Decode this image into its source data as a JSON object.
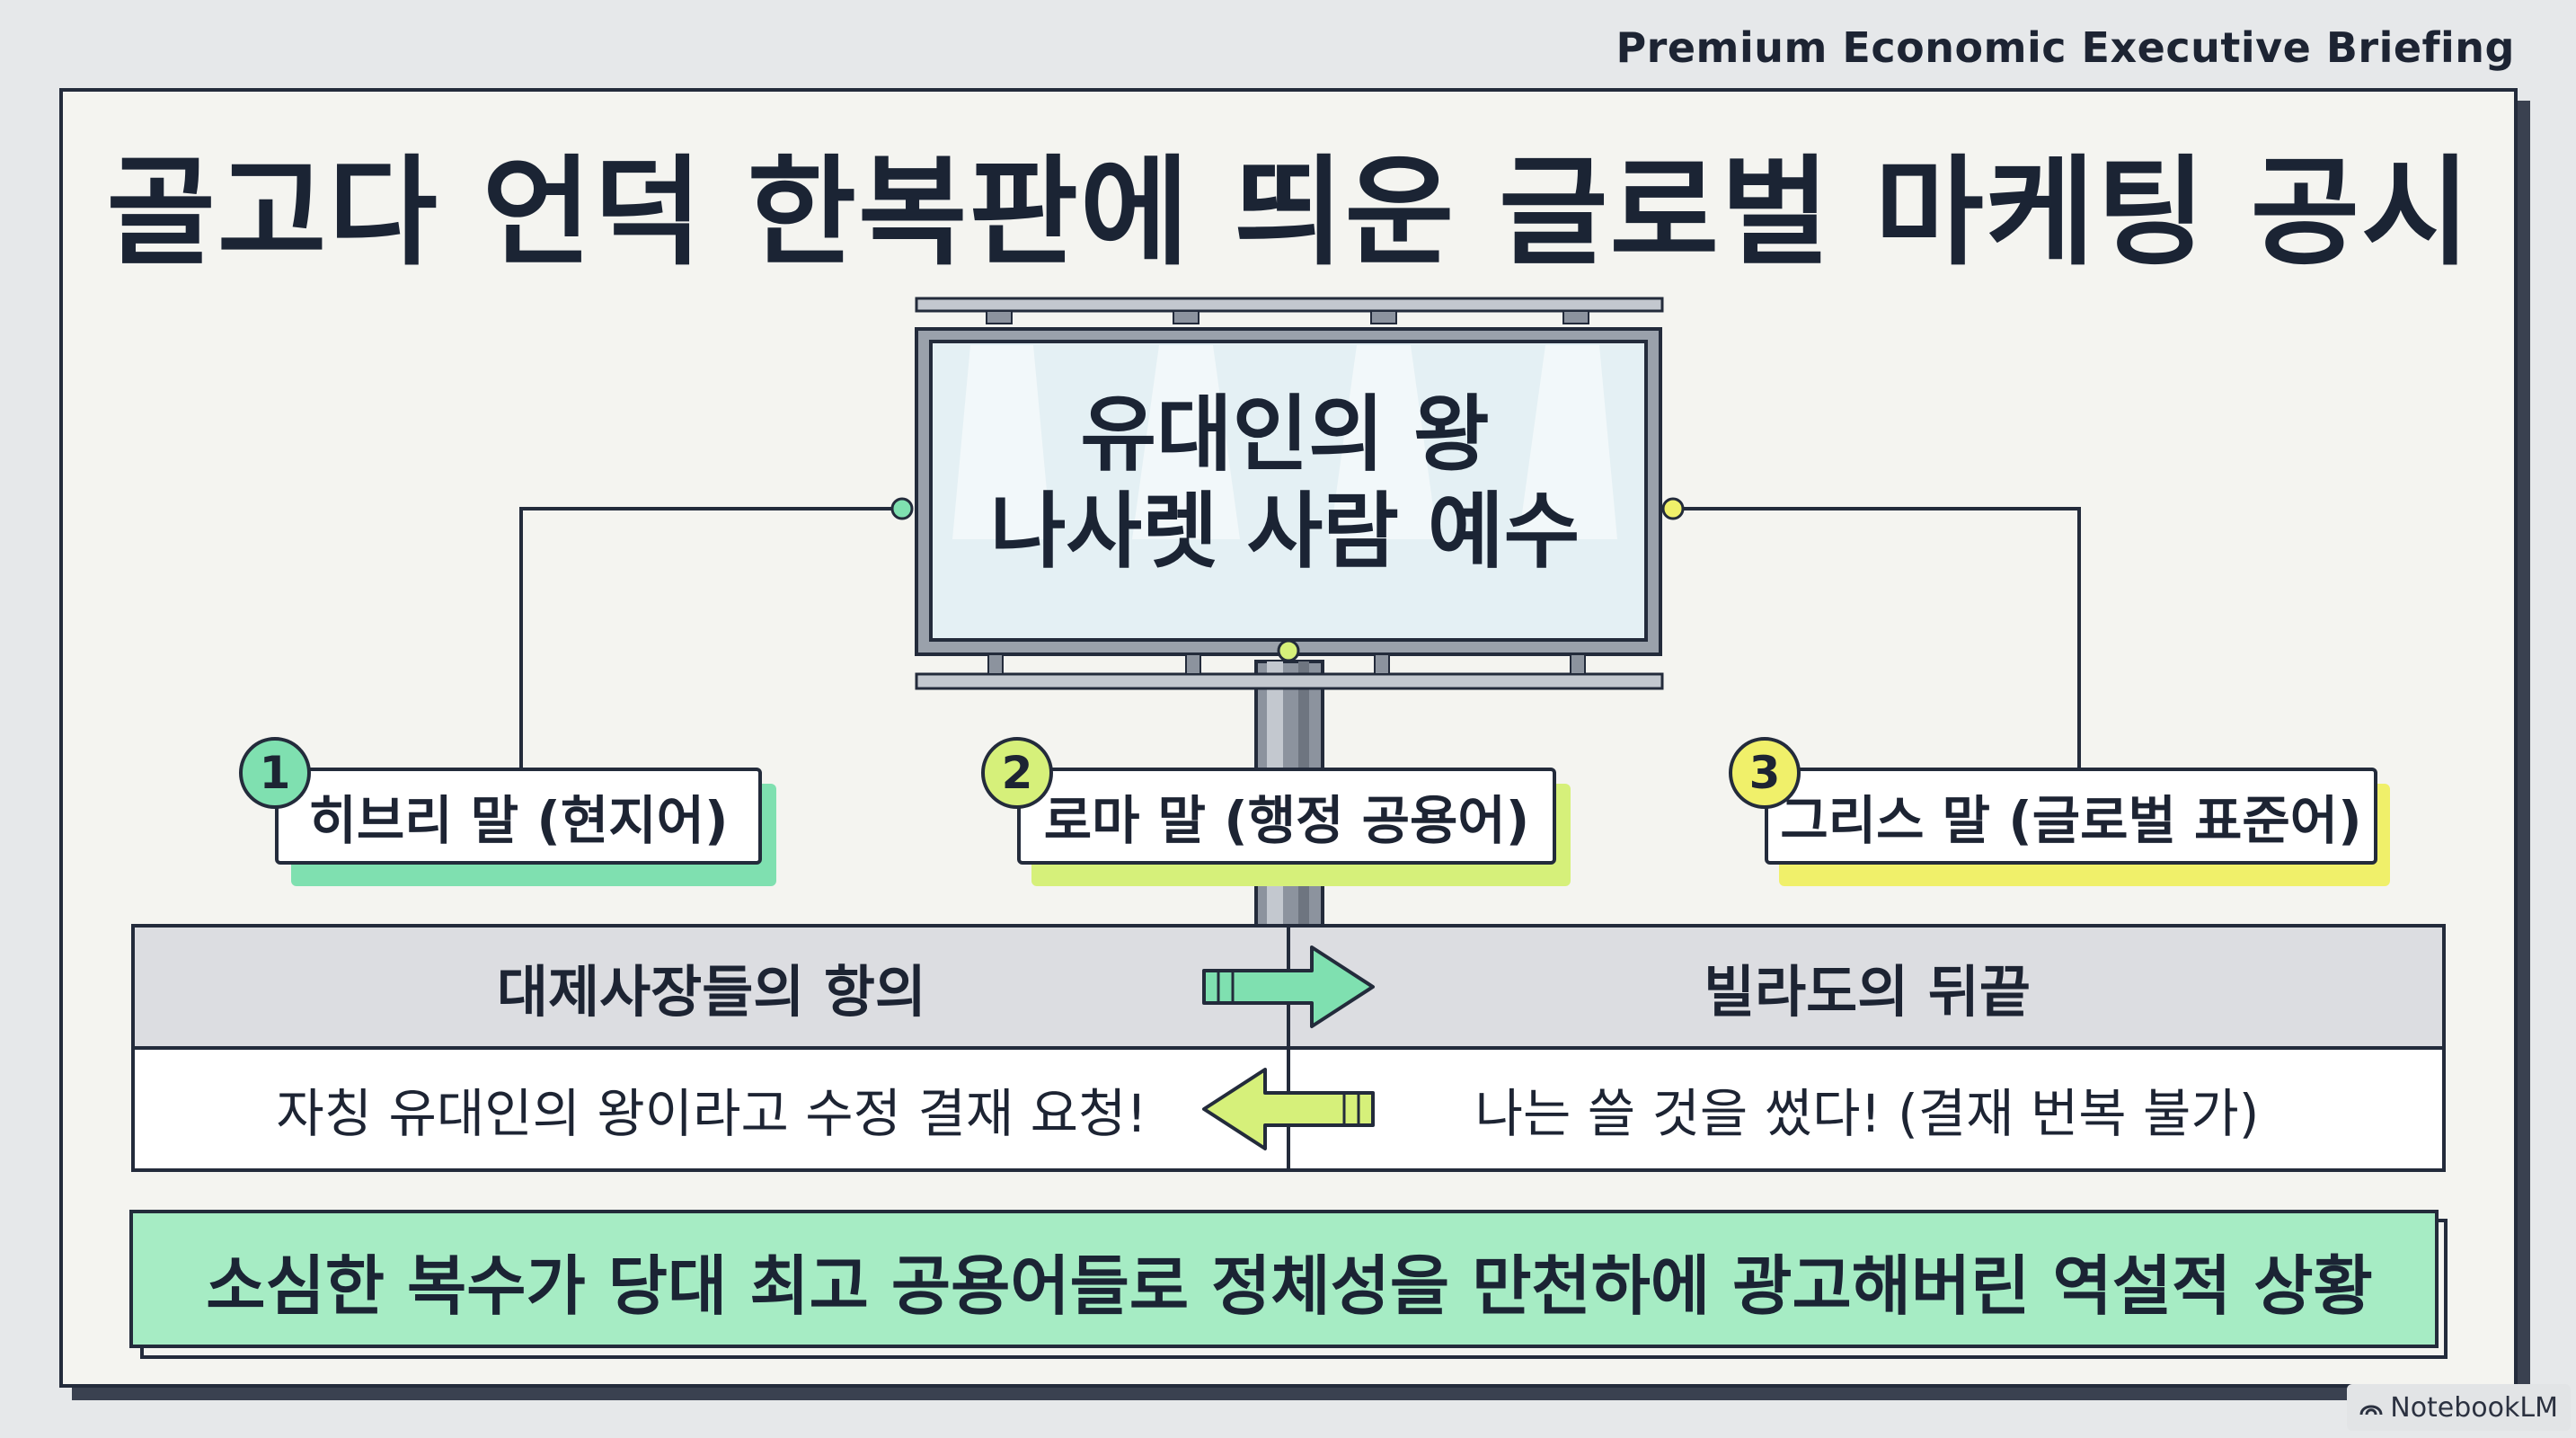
{
  "brand": "Premium Economic Executive Briefing",
  "title": "골고다 언덕 한복판에 띄운 글로벌 마케팅 공시",
  "billboard": {
    "line1": "유대인의 왕",
    "line2": "나사렛 사람 예수"
  },
  "languages": [
    {
      "num": "1",
      "label": "히브리 말 (현지어)",
      "color": "#7fe0b0"
    },
    {
      "num": "2",
      "label": "로마 말 (행정 공용어)",
      "color": "#d6f07a"
    },
    {
      "num": "3",
      "label": "그리스 말 (글로벌 표준어)",
      "color": "#f0f06a"
    }
  ],
  "comparison": {
    "left_header": "대제사장들의 항의",
    "right_header": "빌라도의 뒤끝",
    "left_body": "자칭 유대인의 왕이라고 수정 결재 요청!",
    "right_body": "나는 쓸 것을 썼다! (결재 번복 불가)"
  },
  "summary": "소심한 복수가 당대 최고 공용어들로 정체성을 만천하에 광고해버린 역설적 상황",
  "watermark": "NotebookLM",
  "colors": {
    "mint": "#7fe0b0",
    "lime": "#d6f07a",
    "yellow": "#f0f06a",
    "navy": "#232b3b",
    "summary_bg": "#a6ecc4"
  }
}
